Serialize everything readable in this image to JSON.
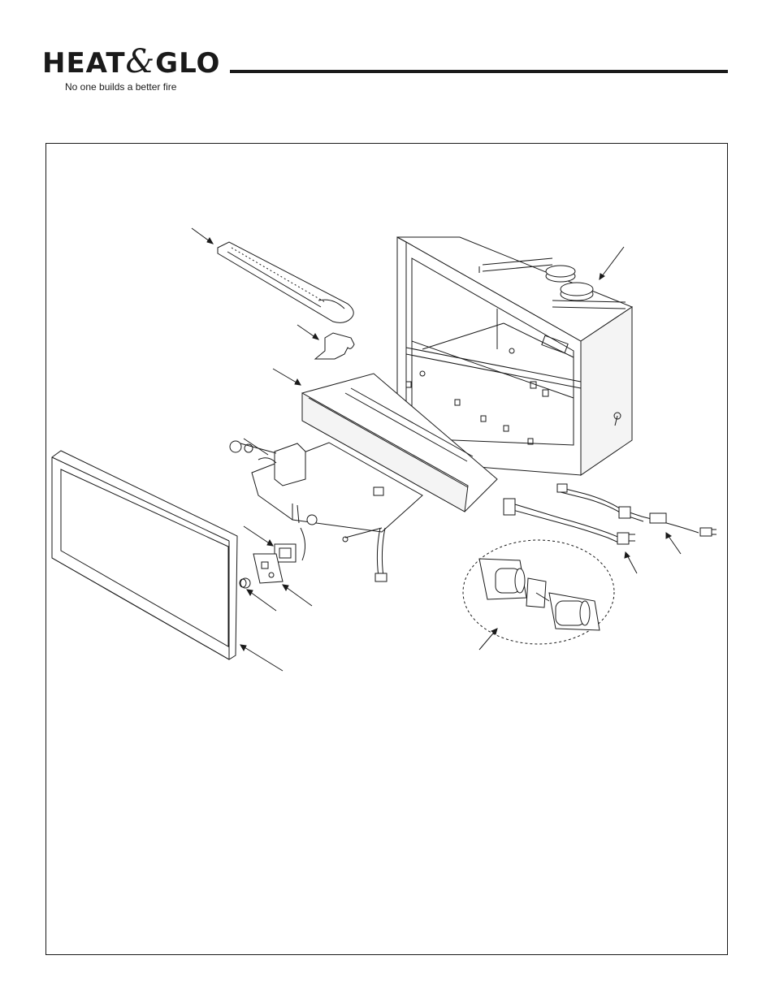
{
  "brand": {
    "word_left": "HEAT",
    "word_amp": "&",
    "word_right": "GLO",
    "trademark": "™",
    "tagline": "No one builds a better fire"
  },
  "colors": {
    "ink": "#1a1a1a",
    "background": "#ffffff"
  }
}
